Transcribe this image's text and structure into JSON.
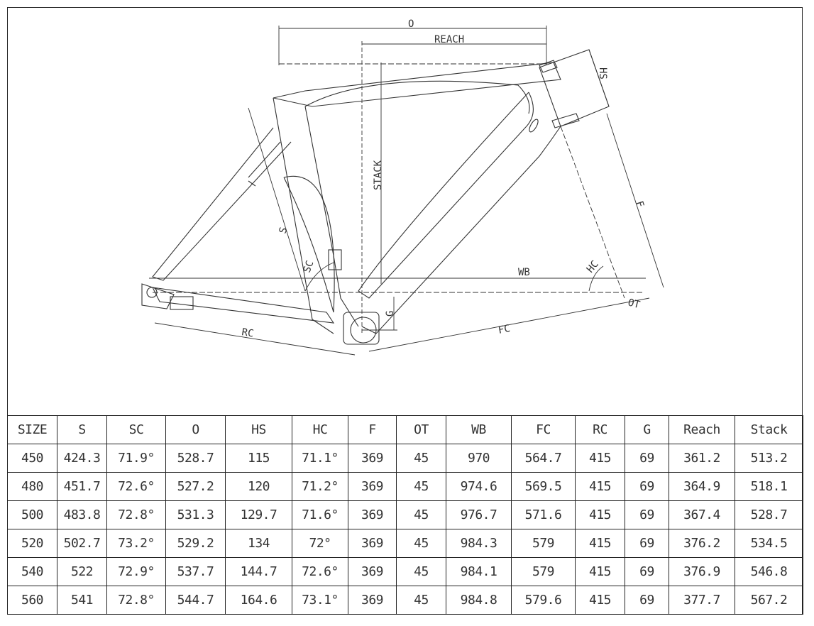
{
  "diagram": {
    "labels": {
      "O": "O",
      "REACH": "REACH",
      "HS": "HS",
      "STACK": "STACK",
      "F": "F",
      "S": "S",
      "SC": "SC",
      "WB": "WB",
      "HC": "HC",
      "G": "G",
      "OT": "OT",
      "RC": "RC",
      "FC": "FC"
    }
  },
  "table": {
    "headers": [
      "SIZE",
      "S",
      "SC",
      "O",
      "HS",
      "HC",
      "F",
      "OT",
      "WB",
      "FC",
      "RC",
      "G",
      "Reach",
      "Stack"
    ],
    "rows": [
      [
        "450",
        "424.3",
        "71.9°",
        "528.7",
        "115",
        "71.1°",
        "369",
        "45",
        "970",
        "564.7",
        "415",
        "69",
        "361.2",
        "513.2"
      ],
      [
        "480",
        "451.7",
        "72.6°",
        "527.2",
        "120",
        "71.2°",
        "369",
        "45",
        "974.6",
        "569.5",
        "415",
        "69",
        "364.9",
        "518.1"
      ],
      [
        "500",
        "483.8",
        "72.8°",
        "531.3",
        "129.7",
        "71.6°",
        "369",
        "45",
        "976.7",
        "571.6",
        "415",
        "69",
        "367.4",
        "528.7"
      ],
      [
        "520",
        "502.7",
        "73.2°",
        "529.2",
        "134",
        "72°",
        "369",
        "45",
        "984.3",
        "579",
        "415",
        "69",
        "376.2",
        "534.5"
      ],
      [
        "540",
        "522",
        "72.9°",
        "537.7",
        "144.7",
        "72.6°",
        "369",
        "45",
        "984.1",
        "579",
        "415",
        "69",
        "376.9",
        "546.8"
      ],
      [
        "560",
        "541",
        "72.8°",
        "544.7",
        "164.6",
        "73.1°",
        "369",
        "45",
        "984.8",
        "579.6",
        "415",
        "69",
        "377.7",
        "567.2"
      ]
    ]
  }
}
